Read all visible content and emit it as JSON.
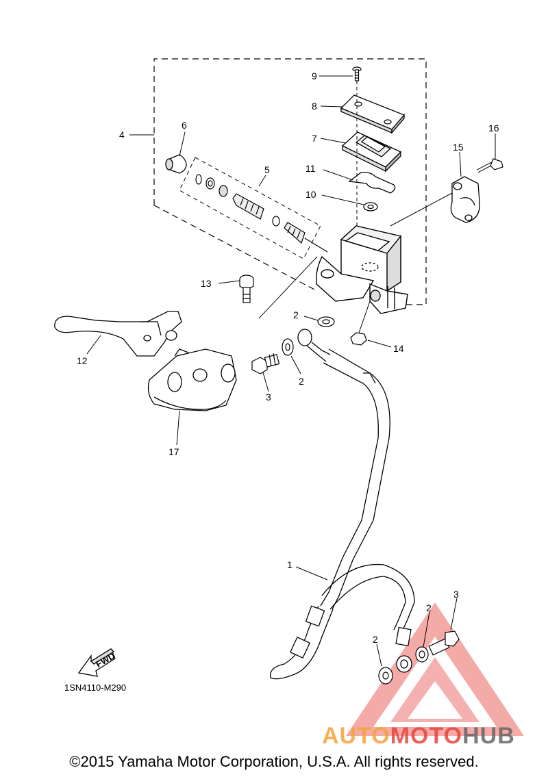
{
  "diagram_code": "1SN4110-M290",
  "fwd_label": "FWD",
  "copyright": "©2015 Yamaha Motor Corporation, U.S.A. All rights reserved.",
  "watermark": {
    "part1": "AUTO",
    "part2": "MOTO",
    "part3": "HUB",
    "color_orange": "#f5a23a",
    "color_red": "#e8443f",
    "color_gray": "#666666"
  },
  "callouts": {
    "c1": "1",
    "c2a": "2",
    "c2b": "2",
    "c2c": "2",
    "c2d": "2",
    "c3a": "3",
    "c3b": "3",
    "c4": "4",
    "c5": "5",
    "c6": "6",
    "c7": "7",
    "c8": "8",
    "c9": "9",
    "c10": "10",
    "c11": "11",
    "c12": "12",
    "c13": "13",
    "c14": "14",
    "c15": "15",
    "c16": "16",
    "c17": "17"
  },
  "colors": {
    "line": "#000000",
    "fill": "#ffffff",
    "shade": "#e6e6e6"
  }
}
